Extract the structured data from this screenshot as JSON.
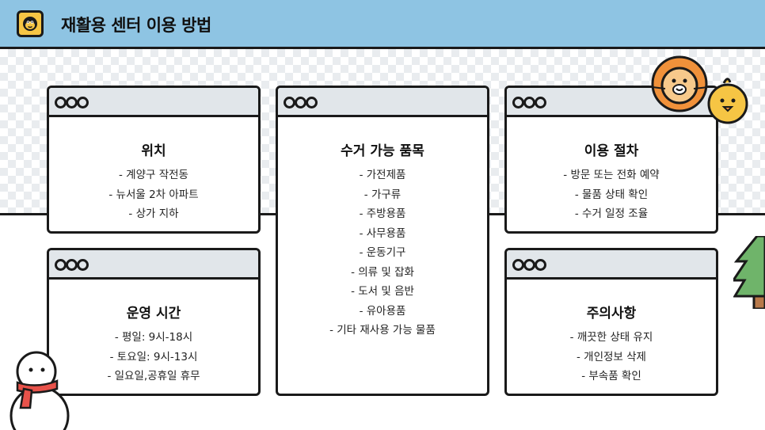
{
  "header": {
    "title": "재활용 센터 이용 방법",
    "logo_icon": "monkey-face-icon"
  },
  "colors": {
    "header_bg": "#8ec4e3",
    "window_bar": "#e1e6ea",
    "outline": "#1a1a1a"
  },
  "windows": {
    "location": {
      "title": "위치",
      "items": [
        "- 계양구 작전동",
        "- 뉴서울 2차 아파트",
        "- 상가 지하"
      ]
    },
    "items": {
      "title": "수거 가능 품목",
      "items": [
        "- 가전제품",
        "- 가구류",
        "- 주방용품",
        "- 사무용품",
        "- 운동기구",
        "- 의류 및 잡화",
        "- 도서 및 음반",
        "- 유아용품",
        "- 기타 재사용 가능 물품"
      ]
    },
    "process": {
      "title": "이용 절차",
      "items": [
        "- 방문 또는 전화 예약",
        "- 물품 상태 확인",
        "- 수거 일정 조율"
      ]
    },
    "hours": {
      "title": "운영 시간",
      "items": [
        "- 평일: 9시-18시",
        "- 토요일: 9시-13시",
        "- 일요일,공휴일 휴무"
      ]
    },
    "notice": {
      "title": "주의사항",
      "items": [
        "- 깨끗한 상태 유지",
        "- 개인정보 삭제",
        "- 부속품 확인"
      ]
    }
  },
  "decorations": [
    "lion-sticker-icon",
    "chick-sticker-icon",
    "tree-sticker-icon",
    "snowman-sticker-icon"
  ]
}
